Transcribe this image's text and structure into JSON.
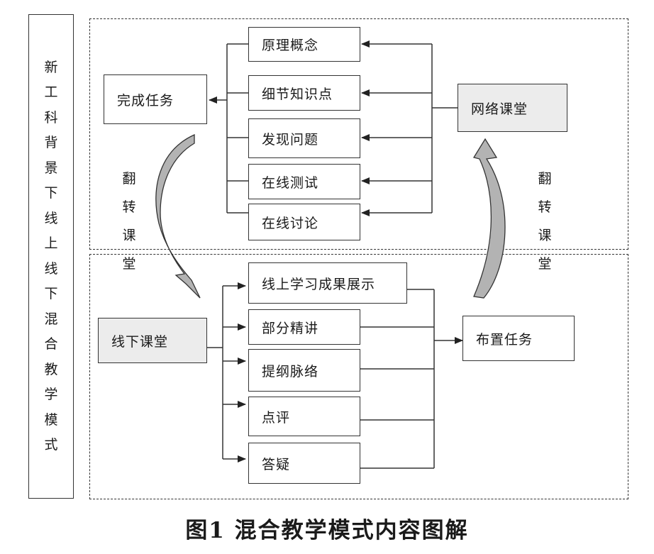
{
  "vertical_title": [
    "新",
    "工",
    "科",
    "背",
    "景",
    "下",
    "线",
    "上",
    "线",
    "下",
    "混",
    "合",
    "教",
    "学",
    "模",
    "式"
  ],
  "online": {
    "complete_task": "完成任务",
    "network_class": "网络课堂",
    "items": [
      "原理概念",
      "细节知识点",
      "发现问题",
      "在线测试",
      "在线讨论"
    ]
  },
  "offline": {
    "offline_class": "线下课堂",
    "assign_task": "布置任务",
    "items": [
      "线上学习成果展示",
      "部分精讲",
      "提纲脉络",
      "点评",
      "答疑"
    ]
  },
  "flip_left": [
    "翻",
    "转",
    "课",
    "堂"
  ],
  "flip_right": [
    "翻",
    "转",
    "课",
    "堂"
  ],
  "caption": "图1   混合教学模式内容图解",
  "colors": {
    "arrow_fill": "#b3b3b3",
    "box_gray": "#ececec",
    "line": "#333333"
  }
}
